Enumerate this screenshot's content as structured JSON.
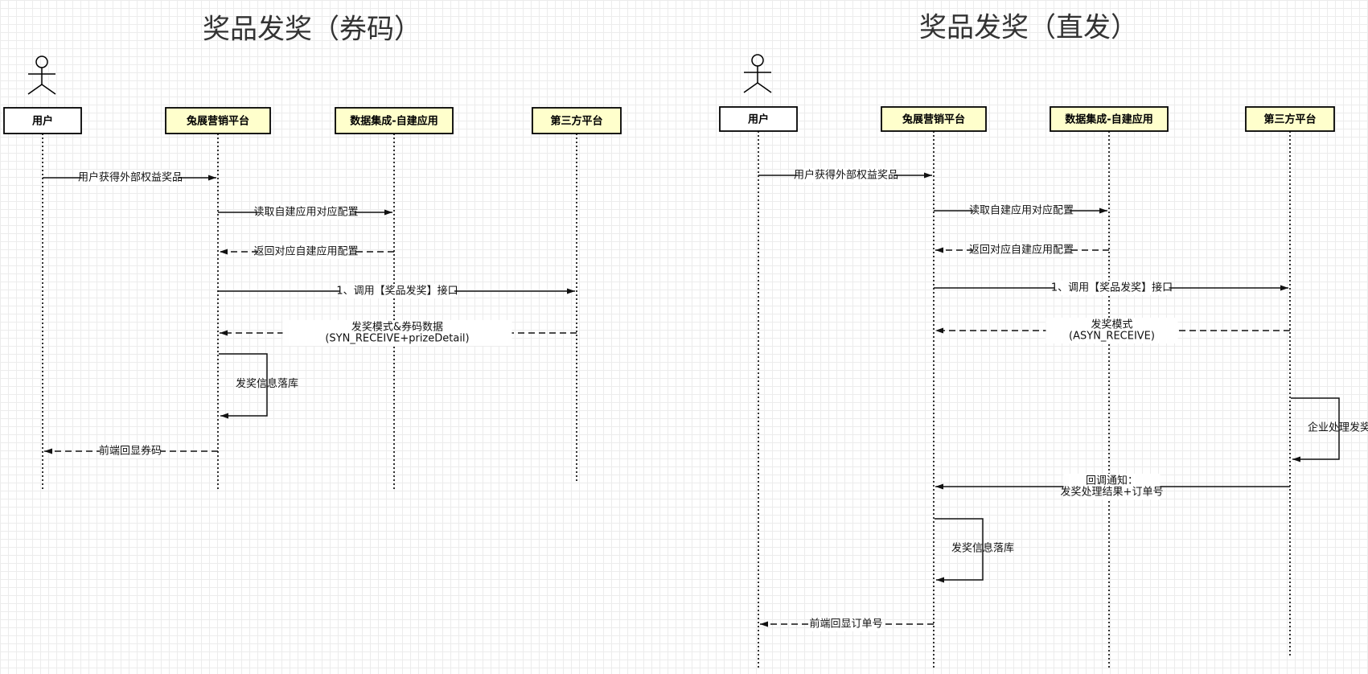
{
  "diagrams": [
    {
      "title": "奖品发奖（券码）",
      "participants": [
        {
          "label": "用户",
          "style": "white"
        },
        {
          "label": "兔展营销平台",
          "style": "yellow"
        },
        {
          "label": "数据集成-自建应用",
          "style": "yellow"
        },
        {
          "label": "第三方平台",
          "style": "yellow"
        }
      ],
      "messages": [
        {
          "from": 0,
          "to": 1,
          "type": "solid",
          "lines": [
            "用户获得外部权益奖品"
          ]
        },
        {
          "from": 1,
          "to": 2,
          "type": "solid",
          "lines": [
            "读取自建应用对应配置"
          ]
        },
        {
          "from": 2,
          "to": 1,
          "type": "dashed",
          "lines": [
            "返回对应自建应用配置"
          ]
        },
        {
          "from": 1,
          "to": 3,
          "type": "solid",
          "lines": [
            "1、调用【奖品发奖】接口"
          ]
        },
        {
          "from": 3,
          "to": 1,
          "type": "dashed",
          "lines": [
            "发奖模式&券码数据",
            "(SYN_RECEIVE+prizeDetail)"
          ]
        },
        {
          "self": 1,
          "lines": [
            "发奖信息落库"
          ]
        },
        {
          "from": 1,
          "to": 0,
          "type": "dashed",
          "lines": [
            "前端回显券码"
          ]
        }
      ]
    },
    {
      "title": "奖品发奖（直发）",
      "participants": [
        {
          "label": "用户",
          "style": "white"
        },
        {
          "label": "兔展营销平台",
          "style": "yellow"
        },
        {
          "label": "数据集成-自建应用",
          "style": "yellow"
        },
        {
          "label": "第三方平台",
          "style": "yellow"
        }
      ],
      "messages": [
        {
          "from": 0,
          "to": 1,
          "type": "solid",
          "lines": [
            "用户获得外部权益奖品"
          ]
        },
        {
          "from": 1,
          "to": 2,
          "type": "solid",
          "lines": [
            "读取自建应用对应配置"
          ]
        },
        {
          "from": 2,
          "to": 1,
          "type": "dashed",
          "lines": [
            "返回对应自建应用配置"
          ]
        },
        {
          "from": 1,
          "to": 3,
          "type": "solid",
          "lines": [
            "1、调用【奖品发奖】接口"
          ]
        },
        {
          "from": 3,
          "to": 1,
          "type": "dashed",
          "lines": [
            "发奖模式",
            "(ASYN_RECEIVE)"
          ]
        },
        {
          "self": 3,
          "lines": [
            "企业处理发奖"
          ]
        },
        {
          "from": 3,
          "to": 1,
          "type": "solid",
          "lines": [
            "回调通知：",
            "发奖处理结果+订单号"
          ]
        },
        {
          "self": 1,
          "lines": [
            "发奖信息落库"
          ]
        },
        {
          "from": 1,
          "to": 0,
          "type": "dashed",
          "lines": [
            "前端回显订单号"
          ]
        }
      ]
    }
  ],
  "colors": {
    "box_yellow": "#ffffcc",
    "box_white": "#ffffff",
    "stroke": "#000000",
    "grid": "#ececec"
  }
}
